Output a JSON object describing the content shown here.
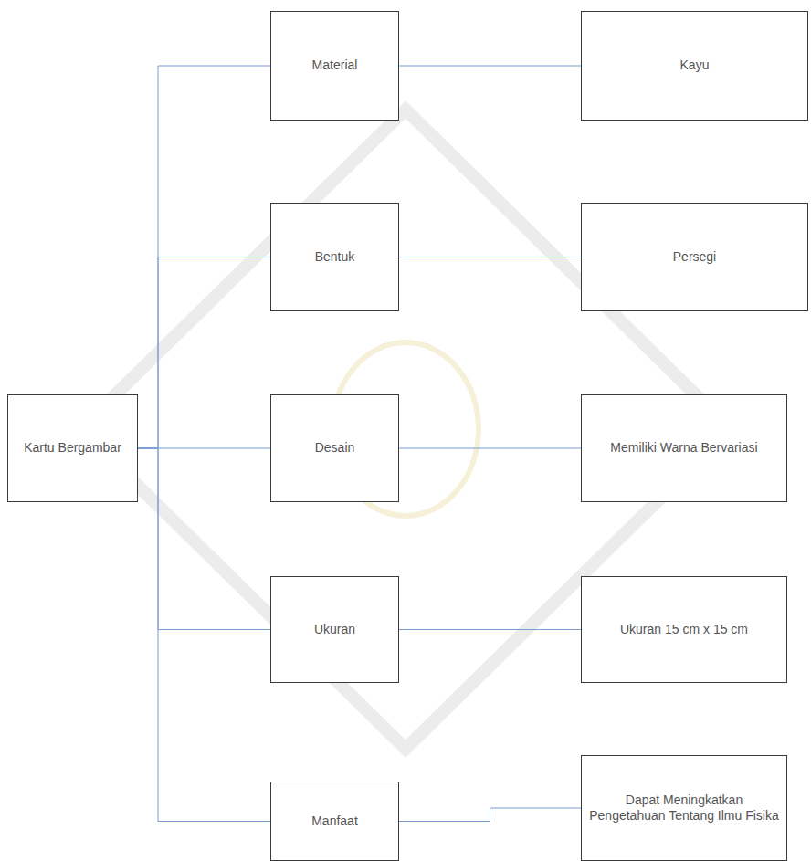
{
  "diagram": {
    "nodes": [
      {
        "text": [
          "Kartu Bergambar"
        ]
      },
      {
        "text": [
          "Material"
        ]
      },
      {
        "text": [
          "Kayu"
        ]
      },
      {
        "text": [
          "Bentuk"
        ]
      },
      {
        "text": [
          "Persegi"
        ]
      },
      {
        "text": [
          "Desain"
        ]
      },
      {
        "text": [
          "Memiliki Warna Bervariasi"
        ]
      },
      {
        "text": [
          "Ukuran"
        ]
      },
      {
        "text": [
          "Ukuran 15 cm x 15 cm"
        ]
      },
      {
        "text": [
          "Manfaat"
        ]
      },
      {
        "text": [
          "Dapat Meningkatkan Pengetahuan Tentang Ilmu Fisika"
        ]
      }
    ],
    "edges": [
      {
        "from": 0,
        "to": 1,
        "arrow": "none"
      },
      {
        "from": 0,
        "to": 3,
        "arrow": "none"
      },
      {
        "from": 0,
        "to": 5,
        "arrow": "none"
      },
      {
        "from": 0,
        "to": 7,
        "arrow": "none"
      },
      {
        "from": 0,
        "to": 9,
        "arrow": "none"
      },
      {
        "from": 1,
        "to": 2,
        "arrow": "none"
      },
      {
        "from": 3,
        "to": 4,
        "arrow": "none"
      },
      {
        "from": 5,
        "to": 6,
        "arrow": "none"
      },
      {
        "from": 7,
        "to": 8,
        "arrow": "none"
      },
      {
        "from": 9,
        "to": 10,
        "arrow": "none"
      }
    ]
  }
}
